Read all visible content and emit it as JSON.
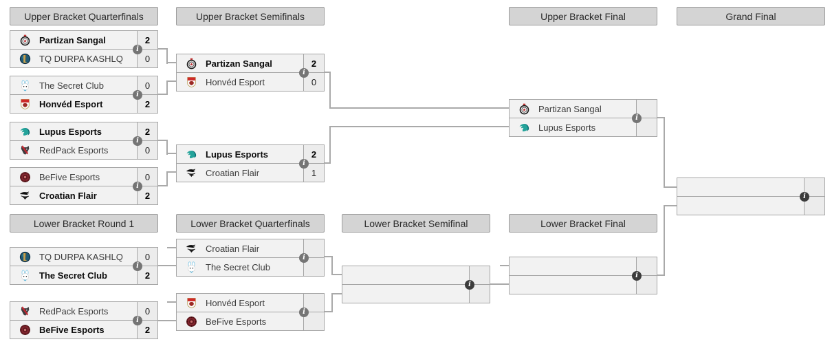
{
  "colors": {
    "header_bg": "#d4d4d4",
    "match_bg": "#f2f2f2",
    "border": "#a5a5a5",
    "connector": "#a9a9a9",
    "info_icon": "#757575",
    "info_icon_pending": "#3c3c3c",
    "winner_text": "#0d0d0d",
    "team_text": "#3c3c3c"
  },
  "icons": {
    "info": "i"
  },
  "headers": {
    "ub_quarterfinals": "Upper Bracket Quarterfinals",
    "ub_semifinals": "Upper Bracket Semifinals",
    "ub_final": "Upper Bracket Final",
    "grand_final": "Grand Final",
    "lb_round1": "Lower Bracket Round 1",
    "lb_quarterfinals": "Lower Bracket Quarterfinals",
    "lb_semifinal": "Lower Bracket Semifinal",
    "lb_final": "Lower Bracket Final"
  },
  "matches": {
    "ubqf1": {
      "teams": [
        {
          "name": "Partizan Sangal",
          "score": "2",
          "winner": true,
          "logo": "partizan-sangal"
        },
        {
          "name": "TQ DURPA KASHLQ",
          "score": "0",
          "winner": false,
          "logo": "tq-durpa-kashlq"
        }
      ]
    },
    "ubqf2": {
      "teams": [
        {
          "name": "The Secret Club",
          "score": "0",
          "winner": false,
          "logo": "the-secret-club"
        },
        {
          "name": "Honvéd Esport",
          "score": "2",
          "winner": true,
          "logo": "honved-esport"
        }
      ]
    },
    "ubqf3": {
      "teams": [
        {
          "name": "Lupus Esports",
          "score": "2",
          "winner": true,
          "logo": "lupus-esports"
        },
        {
          "name": "RedPack Esports",
          "score": "0",
          "winner": false,
          "logo": "redpack-esports"
        }
      ]
    },
    "ubqf4": {
      "teams": [
        {
          "name": "BeFive Esports",
          "score": "0",
          "winner": false,
          "logo": "befive-esports"
        },
        {
          "name": "Croatian Flair",
          "score": "2",
          "winner": true,
          "logo": "croatian-flair"
        }
      ]
    },
    "ubsf1": {
      "teams": [
        {
          "name": "Partizan Sangal",
          "score": "2",
          "winner": true,
          "logo": "partizan-sangal"
        },
        {
          "name": "Honvéd Esport",
          "score": "0",
          "winner": false,
          "logo": "honved-esport"
        }
      ]
    },
    "ubsf2": {
      "teams": [
        {
          "name": "Lupus Esports",
          "score": "2",
          "winner": true,
          "logo": "lupus-esports"
        },
        {
          "name": "Croatian Flair",
          "score": "1",
          "winner": false,
          "logo": "croatian-flair"
        }
      ]
    },
    "ubf": {
      "teams": [
        {
          "name": "Partizan Sangal",
          "score": "",
          "winner": false,
          "logo": "partizan-sangal"
        },
        {
          "name": "Lupus Esports",
          "score": "",
          "winner": false,
          "logo": "lupus-esports"
        }
      ]
    },
    "gf": {
      "teams": [
        {
          "name": "",
          "score": "",
          "winner": false,
          "logo": ""
        },
        {
          "name": "",
          "score": "",
          "winner": false,
          "logo": ""
        }
      ]
    },
    "lbr1_1": {
      "teams": [
        {
          "name": "TQ DURPA KASHLQ",
          "score": "0",
          "winner": false,
          "logo": "tq-durpa-kashlq"
        },
        {
          "name": "The Secret Club",
          "score": "2",
          "winner": true,
          "logo": "the-secret-club"
        }
      ]
    },
    "lbr1_2": {
      "teams": [
        {
          "name": "RedPack Esports",
          "score": "0",
          "winner": false,
          "logo": "redpack-esports"
        },
        {
          "name": "BeFive Esports",
          "score": "2",
          "winner": true,
          "logo": "befive-esports"
        }
      ]
    },
    "lbqf1": {
      "teams": [
        {
          "name": "Croatian Flair",
          "score": "",
          "winner": false,
          "logo": "croatian-flair"
        },
        {
          "name": "The Secret Club",
          "score": "",
          "winner": false,
          "logo": "the-secret-club"
        }
      ]
    },
    "lbqf2": {
      "teams": [
        {
          "name": "Honvéd Esport",
          "score": "",
          "winner": false,
          "logo": "honved-esport"
        },
        {
          "name": "BeFive Esports",
          "score": "",
          "winner": false,
          "logo": "befive-esports"
        }
      ]
    },
    "lbsf": {
      "teams": [
        {
          "name": "",
          "score": "",
          "winner": false,
          "logo": ""
        },
        {
          "name": "",
          "score": "",
          "winner": false,
          "logo": ""
        }
      ]
    },
    "lbf": {
      "teams": [
        {
          "name": "",
          "score": "",
          "winner": false,
          "logo": ""
        },
        {
          "name": "",
          "score": "",
          "winner": false,
          "logo": ""
        }
      ]
    }
  }
}
